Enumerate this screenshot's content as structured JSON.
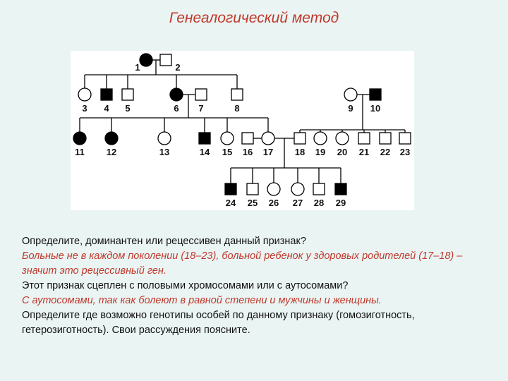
{
  "title": "Генеалогический метод",
  "pedigree": {
    "individuals": [
      {
        "id": "1",
        "sex": "female",
        "affected": true
      },
      {
        "id": "2",
        "sex": "male",
        "affected": false
      },
      {
        "id": "3",
        "sex": "female",
        "affected": false
      },
      {
        "id": "4",
        "sex": "male",
        "affected": true
      },
      {
        "id": "5",
        "sex": "male",
        "affected": false
      },
      {
        "id": "6",
        "sex": "female",
        "affected": true
      },
      {
        "id": "7",
        "sex": "male",
        "affected": false
      },
      {
        "id": "8",
        "sex": "male",
        "affected": false
      },
      {
        "id": "9",
        "sex": "female",
        "affected": false
      },
      {
        "id": "10",
        "sex": "male",
        "affected": true
      },
      {
        "id": "11",
        "sex": "female",
        "affected": true
      },
      {
        "id": "12",
        "sex": "female",
        "affected": true
      },
      {
        "id": "13",
        "sex": "female",
        "affected": false
      },
      {
        "id": "14",
        "sex": "male",
        "affected": true
      },
      {
        "id": "15",
        "sex": "female",
        "affected": false
      },
      {
        "id": "16",
        "sex": "male",
        "affected": false
      },
      {
        "id": "17",
        "sex": "female",
        "affected": false
      },
      {
        "id": "18",
        "sex": "male",
        "affected": false
      },
      {
        "id": "19",
        "sex": "female",
        "affected": false
      },
      {
        "id": "20",
        "sex": "female",
        "affected": false
      },
      {
        "id": "21",
        "sex": "male",
        "affected": false
      },
      {
        "id": "22",
        "sex": "male",
        "affected": false
      },
      {
        "id": "23",
        "sex": "male",
        "affected": false
      },
      {
        "id": "24",
        "sex": "male",
        "affected": true
      },
      {
        "id": "25",
        "sex": "male",
        "affected": false
      },
      {
        "id": "26",
        "sex": "female",
        "affected": false
      },
      {
        "id": "27",
        "sex": "female",
        "affected": false
      },
      {
        "id": "28",
        "sex": "male",
        "affected": false
      },
      {
        "id": "29",
        "sex": "male",
        "affected": true
      }
    ]
  },
  "text": {
    "q1": "Определите, доминантен или рецессивен данный признак?",
    "a1": "Больные не в каждом поколении (18–23), больной ребенок у здоровых родителей (17–18) – значит это рецессивный ген.",
    "q2": "Этот признак сцеплен с половыми хромосомами или с аутосомами?",
    "a2": "С аутосомами, так как болеют в равной степени и мужчины и женщины.",
    "q3": "Определите где возможно генотипы особей по данному признаку (гомозиготность, гетерозиготность). Свои рассуждения поясните."
  },
  "colors": {
    "background": "#eaf4f3",
    "title": "#c0382b",
    "answer": "#c0382b",
    "question": "#111111",
    "affected": "#000000"
  }
}
